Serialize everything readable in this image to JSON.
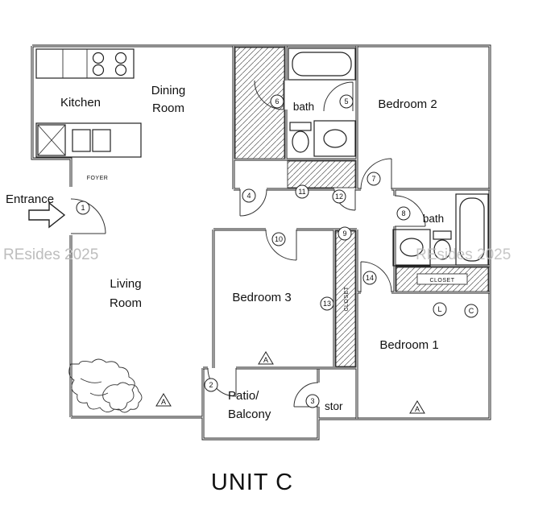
{
  "title": "UNIT C",
  "watermarks": {
    "left": "REsides 2025",
    "right": "REsides 2025"
  },
  "entrance_label": "Entrance",
  "rooms": {
    "kitchen": "Kitchen",
    "dining": [
      "Dining",
      "Room"
    ],
    "bath_top": "bath",
    "bedroom2": "Bedroom 2",
    "living": [
      "Living",
      "Room"
    ],
    "bedroom3": "Bedroom 3",
    "bath_right": "bath",
    "bedroom1": "Bedroom 1",
    "patio": [
      "Patio/",
      "Balcony"
    ],
    "storage": "stor",
    "foyer": "FOYER",
    "closet_right": "CLOSET",
    "closet_column": "CLOSET"
  },
  "markers": {
    "entrance": "1",
    "patio": "2",
    "stor": "3",
    "hall_bath": "4",
    "bath_top_right": "5",
    "bath_top_left": "6",
    "bedroom2": "7",
    "bath_right": "8",
    "closet_hall": "9",
    "bedroom3": "10",
    "linen_a": "11",
    "linen_b": "12",
    "closet_mid": "13",
    "bedroom1": "14",
    "window_living": "A",
    "window_bedroom3": "A",
    "window_bedroom1": "A",
    "callout_l": "L",
    "callout_c": "C"
  },
  "colors": {
    "wall": "#1b1b1b",
    "watermark": "#bdbdbd",
    "background": "#ffffff"
  }
}
